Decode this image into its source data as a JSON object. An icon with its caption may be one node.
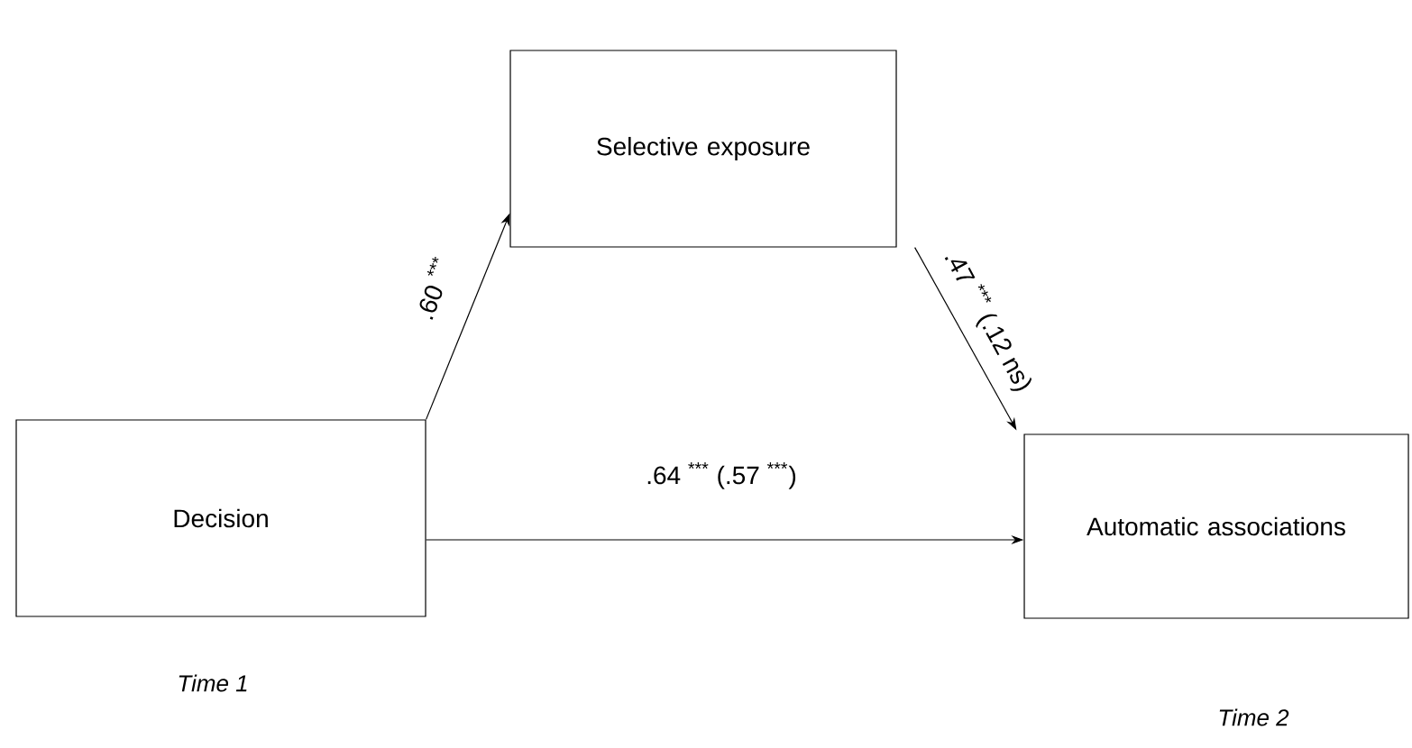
{
  "diagram": {
    "nodes": [
      {
        "text": [
          "Selective exposure"
        ]
      },
      {
        "text": [
          "Decision"
        ]
      },
      {
        "text": [
          "Automatic associations"
        ]
      }
    ],
    "edges": [
      {
        "from": 1,
        "to": 0,
        "arrow": "to",
        "label": ".60 $^{***}$"
      },
      {
        "from": 0,
        "to": 2,
        "arrow": "to",
        "label": ".47 $^{***}$ (.12 ns)"
      },
      {
        "from": 1,
        "to": 2,
        "arrow": "to",
        "label": ".64 $^{***}$ (.57 $^{***}$)"
      }
    ],
    "labels": [
      "Time 1",
      "Time 2"
    ]
  }
}
